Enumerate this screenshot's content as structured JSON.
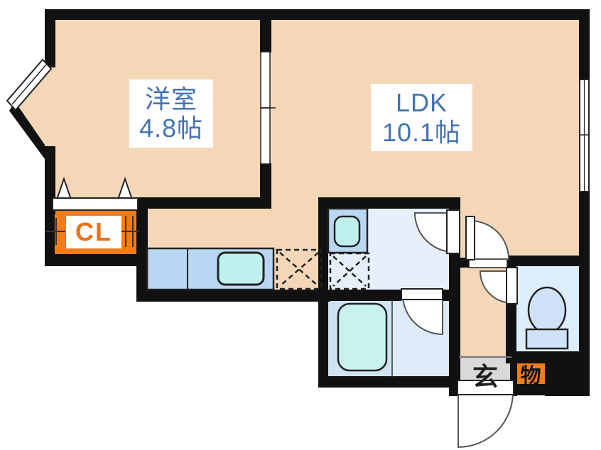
{
  "floorplan": {
    "title": "1LDK apartment floor plan",
    "rooms": {
      "western_room": {
        "name": "洋室",
        "size": "4.8帖"
      },
      "ldk": {
        "name": "LDK",
        "size": "10.1帖"
      },
      "closet": {
        "label": "CL"
      },
      "entrance": {
        "label": "玄"
      },
      "storage": {
        "label": "物"
      }
    },
    "fixtures": [
      "bay-window",
      "sliding-door",
      "folding-closet-door",
      "hanger-pipe",
      "kitchen-counter",
      "kitchen-sink",
      "refrigerator-space",
      "washbasin",
      "washing-machine-space",
      "bathtub",
      "toilet",
      "window",
      "hinged-door",
      "entrance-door"
    ],
    "colors": {
      "floor": "#f4d7b6",
      "wall": "#111111",
      "counter_blue": "#b9d6f2",
      "sink_cyan": "#c0f0ee",
      "washroom_floor": "#e7f0fa",
      "bathroom_floor": "#dcebf7",
      "tub_zone": "#cfe3f3",
      "toilet_floor": "#dcedfb",
      "toilet_fixture": "#cfe2f7",
      "genkan_gray": "#d9d9d9",
      "closet_orange": "#f07d1a",
      "label_blue": "#4373b1",
      "cl_text_orange": "#e8731a"
    }
  }
}
